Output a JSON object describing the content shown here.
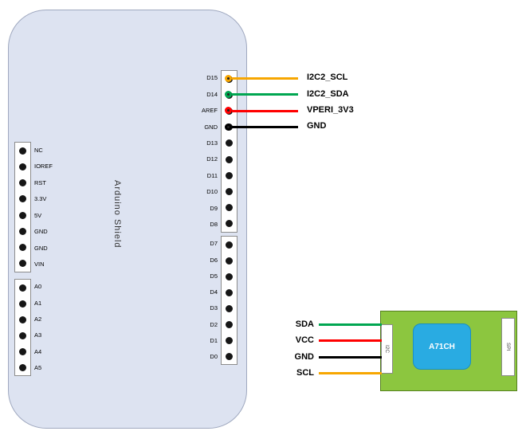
{
  "shield": {
    "title": "Arduino Shield",
    "left_top_pins": [
      "NC",
      "IOREF",
      "RST",
      "3.3V",
      "5V",
      "GND",
      "GND",
      "VIN"
    ],
    "left_bottom_pins": [
      "A0",
      "A1",
      "A2",
      "A3",
      "A4",
      "A5"
    ],
    "right_top_pins": [
      "D15",
      "D14",
      "AREF",
      "GND",
      "D13",
      "D12",
      "D11",
      "D10",
      "D9",
      "D8"
    ],
    "right_bottom_pins": [
      "D7",
      "D6",
      "D5",
      "D4",
      "D3",
      "D2",
      "D1",
      "D0"
    ]
  },
  "top_connections": [
    {
      "pin": "D15",
      "label": "I2C2_SCL",
      "color": "#F7A600"
    },
    {
      "pin": "D14",
      "label": "I2C2_SDA",
      "color": "#00A651"
    },
    {
      "pin": "AREF",
      "label": "VPERI_3V3",
      "color": "#FF0000"
    },
    {
      "pin": "GND",
      "label": "GND",
      "color": "#000000"
    }
  ],
  "module": {
    "chip_label": "A71CH",
    "left_connector_label": "I2C",
    "right_connector_label": "SPI",
    "board_color": "#8CC63F",
    "chip_color": "#29ABE2"
  },
  "module_connections": [
    {
      "label": "SDA",
      "color": "#00A651"
    },
    {
      "label": "VCC",
      "color": "#FF0000"
    },
    {
      "label": "GND",
      "color": "#000000"
    },
    {
      "label": "SCL",
      "color": "#F7A600"
    }
  ]
}
